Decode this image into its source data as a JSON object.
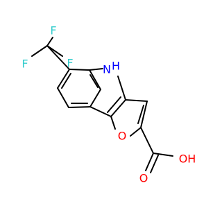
{
  "molecule": {
    "atoms": {
      "f_top": {
        "text": "F",
        "color": "#33cccc"
      },
      "f_left": {
        "text": "F",
        "color": "#33cccc"
      },
      "f_right": {
        "text": "F",
        "color": "#33cccc"
      },
      "nh": {
        "text": "N",
        "color": "#0000ff"
      },
      "nh_h": {
        "text": "H",
        "color": "#0000ff"
      },
      "o_ring": {
        "text": "O",
        "color": "#ff0000"
      },
      "o_carbonyl": {
        "text": "O",
        "color": "#ff0000"
      },
      "oh": {
        "text": "OH",
        "color": "#ff0000"
      }
    }
  }
}
